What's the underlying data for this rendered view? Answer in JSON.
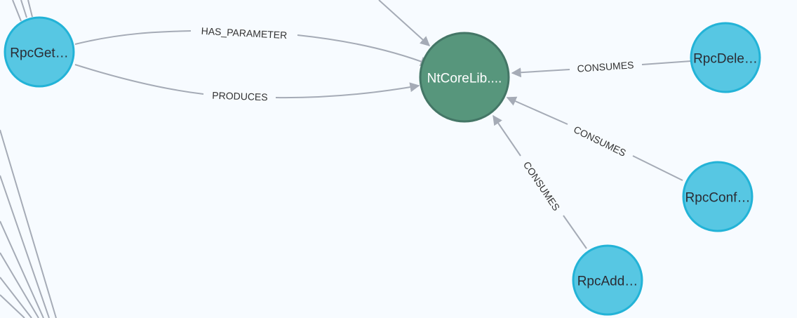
{
  "graph": {
    "nodes": {
      "center": {
        "caption": "NtCoreLib....",
        "color": "#57967c",
        "border": "#447666",
        "text_color": "#ffffff"
      },
      "rpc_get": {
        "caption": "RpcGet…",
        "color": "#57c7e3",
        "border": "#23b3d7",
        "text_color": "#2a2c34"
      },
      "rpc_dele": {
        "caption": "RpcDele…",
        "color": "#57c7e3",
        "border": "#23b3d7",
        "text_color": "#2a2c34"
      },
      "rpc_conf": {
        "caption": "RpcConf…",
        "color": "#57c7e3",
        "border": "#23b3d7",
        "text_color": "#2a2c34"
      },
      "rpc_add": {
        "caption": "RpcAdd…",
        "color": "#57c7e3",
        "border": "#23b3d7",
        "text_color": "#2a2c34"
      }
    },
    "relationships": {
      "has_parameter": "HAS_PARAMETER",
      "produces": "PRODUCES",
      "consumes_dele": "CONSUMES",
      "consumes_conf": "CONSUMES",
      "consumes_add": "CONSUMES"
    },
    "edge_color": "#a5abb6"
  }
}
